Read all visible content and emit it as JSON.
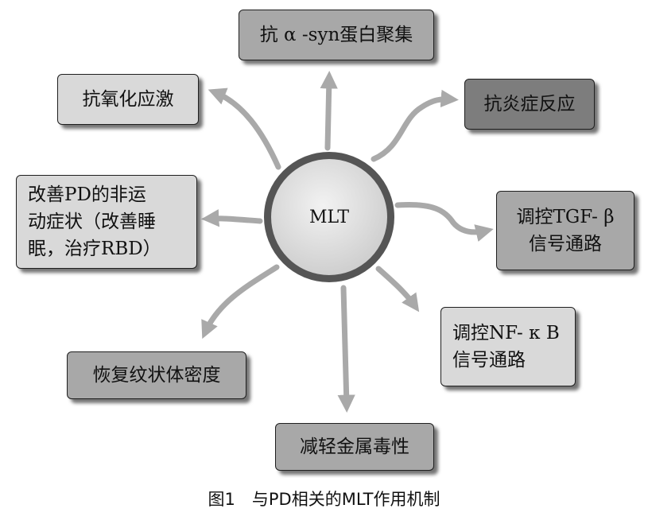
{
  "center": {
    "label": "MLT"
  },
  "nodes": [
    {
      "id": "anti-aggregation",
      "label": "抗 α -syn蛋白聚集",
      "shade": "mid"
    },
    {
      "id": "antioxidant",
      "label": "抗氧化应激",
      "shade": "light"
    },
    {
      "id": "anti-inflammation",
      "label": "抗炎症反应",
      "shade": "dark"
    },
    {
      "id": "non-motor",
      "label": "改善PD的非运\n动症状（改善睡\n眠，治疗RBD）",
      "shade": "light"
    },
    {
      "id": "tgf-beta",
      "label": "调控TGF- β\n信号通路",
      "shade": "mid"
    },
    {
      "id": "nf-kb",
      "label": "调控NF- κ B\n信号通路",
      "shade": "light"
    },
    {
      "id": "circadian",
      "label": "恢复纹状体密度",
      "shade": "mid"
    },
    {
      "id": "metal-toxicity",
      "label": "减轻金属毒性",
      "shade": "mid"
    }
  ],
  "caption": "图1　与PD相关的MLT作用机制",
  "colors": {
    "arrow": "#a9a9a9",
    "ring": "#555555"
  }
}
